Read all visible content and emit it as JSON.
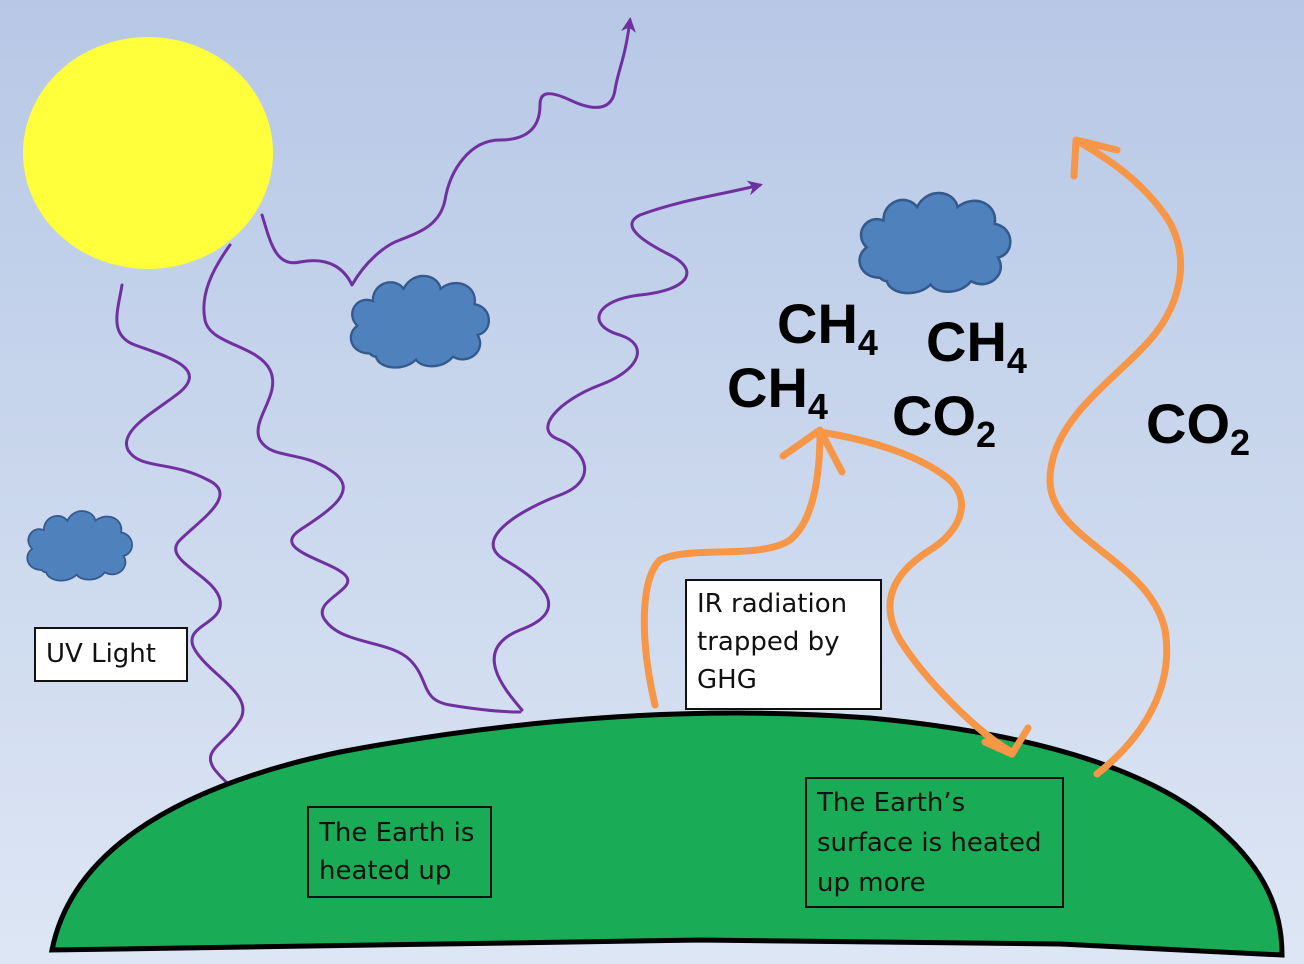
{
  "colors": {
    "sky_top": "#b7c8e6",
    "sky_bottom": "#dde6f4",
    "sun": "#ffff3b",
    "cloud": "#4f81bd",
    "cloud_outline": "#34598d",
    "uv_ray": "#7030a0",
    "ir_arrow": "#f79646",
    "earth": "#1aab56",
    "earth_outline": "#000000",
    "label_box_fill": "#ffffff"
  },
  "labels": {
    "uv_light": "UV Light",
    "earth_heated": [
      "The Earth is",
      "heated up"
    ],
    "ir_trapped": [
      "IR radiation",
      "trapped by",
      "GHG"
    ],
    "surface_heated": [
      "The Earth’s",
      "surface is heated",
      "up more"
    ]
  },
  "molecules": [
    {
      "name": "ch4-label-1",
      "base": "CH",
      "sub": "4"
    },
    {
      "name": "ch4-label-2",
      "base": "CH",
      "sub": "4"
    },
    {
      "name": "ch4-label-3",
      "base": "CH",
      "sub": "4"
    },
    {
      "name": "co2-label-1",
      "base": "CO",
      "sub": "2"
    },
    {
      "name": "co2-label-2",
      "base": "CO",
      "sub": "2"
    }
  ]
}
